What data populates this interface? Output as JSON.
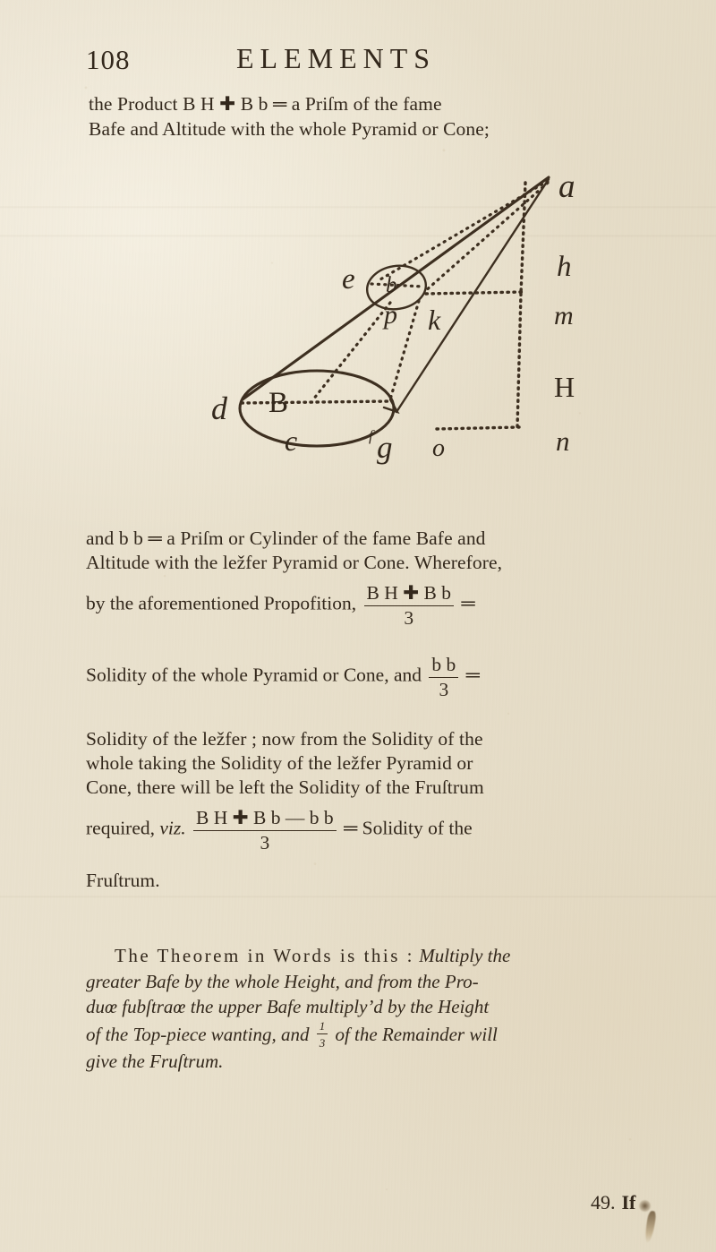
{
  "page": {
    "folio": "108",
    "running_title": "ELEMENTS",
    "paper_color": "#e8e0cd",
    "ink_color": "#33281c"
  },
  "paragraph_top": {
    "line1": "the Product B H ✚ B b ═ a Priſm of the fame",
    "line2": "Bafe and Altitude with the whole Pyramid or Cone;"
  },
  "figure": {
    "caption": "",
    "labels": {
      "apex": "a",
      "upper_right_h": "h",
      "mid_right_m": "m",
      "lower_right_H": "H",
      "bottom_right_n": "n",
      "upper_ellipse_left": "e",
      "upper_ellipse_top": "b",
      "upper_ellipse_bottom": "p",
      "upper_ellipse_right": "k",
      "base_left": "d",
      "base_center": "B",
      "base_bottom": "c",
      "base_right": "g",
      "base_right_small": "f",
      "axis_foot": "o"
    }
  },
  "paragraph_mid": {
    "line1": "and b b ═ a Priſm or Cylinder of the fame Bafe and",
    "line2": "Altitude with the ležfer Pyramid or Cone. Wherefore,",
    "line3_pre": "by the aforementioned Propofition,",
    "frac1_num": "B H ✚ B b",
    "frac1_den": "3",
    "frac1_eq": "═",
    "line4_pre": "Solidity of the whole Pyramid or Cone, and",
    "frac2_num": "b b",
    "frac2_den": "3",
    "frac2_eq": "═",
    "line5": "Solidity of the ležfer ; now from the Solidity of the",
    "line6": "whole taking the Solidity of the ležfer Pyramid or",
    "line7": "Cone, there will be left the Solidity of the Fruſtrum",
    "line8_pre": "required, ",
    "line8_viz": "viz.",
    "frac3_num": "B H ✚ B b — b b",
    "frac3_den": "3",
    "frac3_eq": "═",
    "line8_post": "Solidity of the",
    "line9": "Fruſtrum."
  },
  "paragraph_theorem": {
    "line1_roman": "The Theorem in Words is this :",
    "line1_italic": "Multiply the",
    "line2": "greater Bafe by the whole Height, and from the Pro-",
    "line3": "duœ fubſtraœ the upper Bafe multiply’d by the Height",
    "line4_pre": "of the Top-piece wanting, and ",
    "line4_frac_num": "1",
    "line4_frac_den": "3",
    "line4_post": " of the Remainder will",
    "line5": "give the Fruſtrum."
  },
  "footer": {
    "signature": "49.",
    "catchword": "If"
  }
}
